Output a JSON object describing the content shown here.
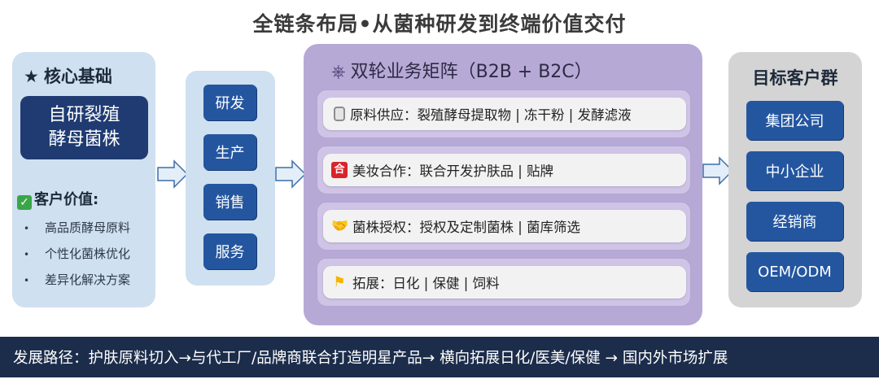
{
  "title": "全链条布局•从菌种研发到终端价值交付",
  "core": {
    "heading": "核心基础",
    "heading_icon": "★",
    "box_line1": "自研裂殖",
    "box_line2": "酵母菌株",
    "value_heading": "客户价值:",
    "value_icon": "✓",
    "values": [
      "高品质酵母原料",
      "个性化菌株优化",
      "差异化解决方案"
    ],
    "bullet": "•"
  },
  "stages": [
    "研发",
    "生产",
    "销售",
    "服务"
  ],
  "center": {
    "heading": "双轮业务矩阵（B2B + B2C）",
    "heading_icon": "⎈",
    "rows": [
      {
        "icon": "jar-icon",
        "glyph": "",
        "text": "原料供应：裂殖酵母提取物 | 冻干粉 | 发酵滤液"
      },
      {
        "icon": "red-badge-icon",
        "glyph": "合",
        "text": "美妆合作：联合开发护肤品 | 贴牌"
      },
      {
        "icon": "handshake-icon",
        "glyph": "🤝",
        "text": "菌株授权：授权及定制菌株 | 菌库筛选"
      },
      {
        "icon": "flag-icon",
        "glyph": "⚑",
        "text": "拓展：日化 | 保健 | 饲料"
      }
    ]
  },
  "customers": {
    "heading": "目标客户群",
    "items": [
      "集团公司",
      "中小企业",
      "经销商",
      "OEM/ODM"
    ]
  },
  "footer": "发展路径：护肤原料切入→与代工厂/品牌商联合打造明星产品→ 横向拓展日化/医美/保健 → 国内外市场扩展",
  "colors": {
    "navy": "#1f3b72",
    "button_blue": "#2456a0",
    "light_blue_panel": "#cfe0f0",
    "purple_panel": "#b7a9d6",
    "grey_panel": "#d4d4d4",
    "footer_bg": "#1c2d4b"
  }
}
